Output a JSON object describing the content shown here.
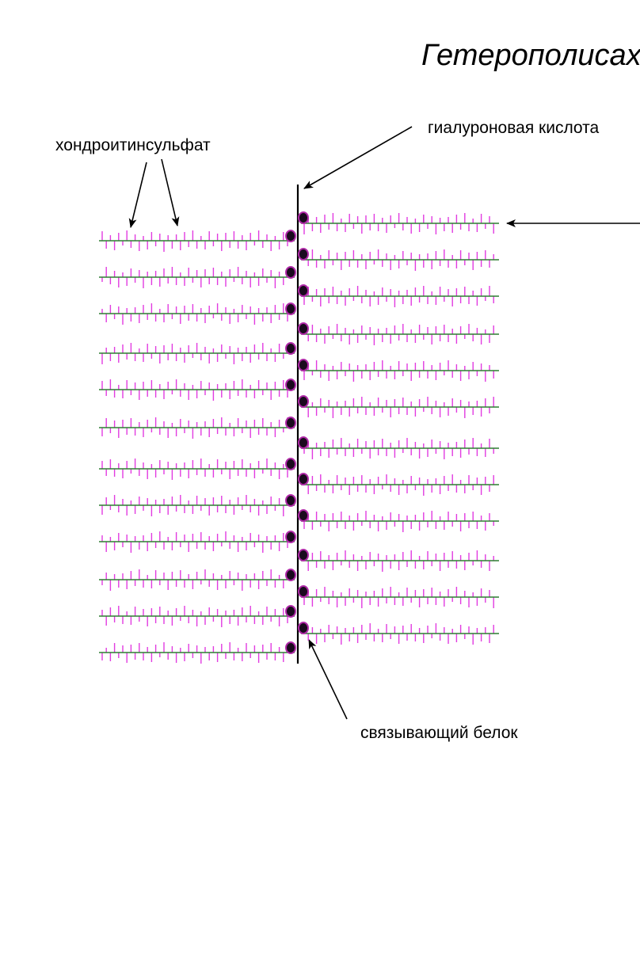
{
  "title": "Гетерополисахариды",
  "labels": {
    "chondroitin_sulfate": "хондроитинсульфат",
    "hyaluronic_acid": "гиалуроновая  кислота",
    "link_protein": "связывающий белок"
  },
  "colors": {
    "core_protein": "#2f7d32",
    "gag_chain": "#e23be0",
    "backbone": "#000000",
    "link_protein_fill": "#1a0a1e",
    "link_protein_rim": "#b02aa8",
    "text": "#000000"
  },
  "structure": {
    "left_side_chains": 12,
    "right_side_chains": 12
  }
}
